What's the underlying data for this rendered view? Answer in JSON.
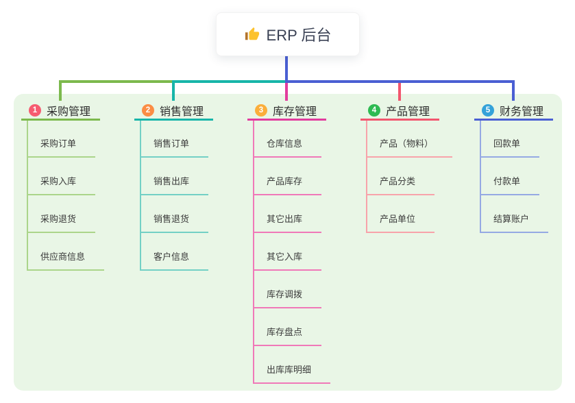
{
  "root": {
    "title": "ERP 后台",
    "icon": "thumbs-up-icon"
  },
  "colors": {
    "panel_bg": "#e9f6e6",
    "root_line": "#4a5fd3",
    "root_text": "#3a4154",
    "thumb_fill": "#fcc22e",
    "thumb_cuff": "#b4742b"
  },
  "branches": [
    {
      "index": "1",
      "label": "采购管理",
      "badge_color": "#f65b70",
      "line_color": "#7cb94d",
      "child_line_color": "#abd58a",
      "children": [
        "采购订单",
        "采购入库",
        "采购退货",
        "供应商信息"
      ]
    },
    {
      "index": "2",
      "label": "销售管理",
      "badge_color": "#fb8d45",
      "line_color": "#17b5a9",
      "child_line_color": "#73d0c5",
      "children": [
        "销售订单",
        "销售出库",
        "销售退货",
        "客户信息"
      ]
    },
    {
      "index": "3",
      "label": "库存管理",
      "badge_color": "#fbae3b",
      "line_color": "#e23c9e",
      "child_line_color": "#f078b8",
      "children": [
        "仓库信息",
        "产品库存",
        "其它出库",
        "其它入库",
        "库存调拨",
        "库存盘点",
        "出库库明细"
      ]
    },
    {
      "index": "4",
      "label": "产品管理",
      "badge_color": "#2eba52",
      "line_color": "#f2566e",
      "child_line_color": "#f8a3aa",
      "children": [
        "产品（物料）",
        "产品分类",
        "产品单位"
      ]
    },
    {
      "index": "5",
      "label": "财务管理",
      "badge_color": "#34a2d9",
      "line_color": "#4a5fd3",
      "child_line_color": "#95a9e3",
      "children": [
        "回款单",
        "付款单",
        "结算账户"
      ]
    }
  ]
}
